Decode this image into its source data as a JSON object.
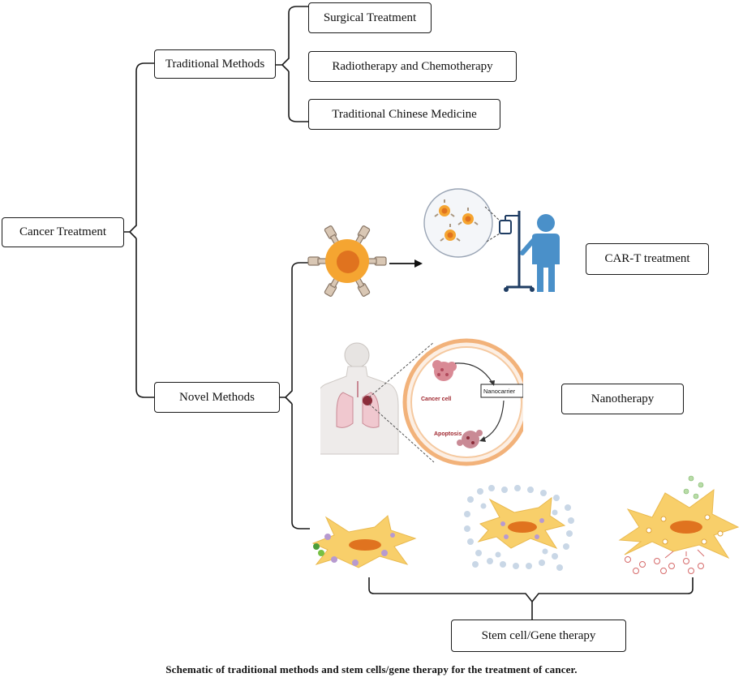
{
  "nodes": {
    "root": "Cancer Treatment",
    "traditional": "Traditional Methods",
    "novel": "Novel Methods",
    "surgical": "Surgical Treatment",
    "radio_chemo": "Radiotherapy and Chemotherapy",
    "tcm": "Traditional Chinese Medicine",
    "cart": "CAR-T treatment",
    "nano": "Nanotherapy",
    "stem": "Stem cell/Gene therapy"
  },
  "illustration_labels": {
    "cancer_cell": "Cancer cell",
    "nanocarrier": "Nanocarrier",
    "apoptosis": "Apoptosis"
  },
  "caption": "Schematic of traditional methods and stem cells/gene therapy for the treatment of cancer.",
  "colors": {
    "cell_orange": "#f5a531",
    "nucleus": "#e0731f",
    "stem_cell_yellow": "#f8cf6a",
    "patient_blue": "#4a90c9",
    "vessel_ring": "#f2b27a",
    "line": "#1a1a1a"
  },
  "icons": [
    "car-t-cell-icon",
    "patient-iv-icon",
    "human-torso-icon",
    "stem-cell-icon"
  ]
}
